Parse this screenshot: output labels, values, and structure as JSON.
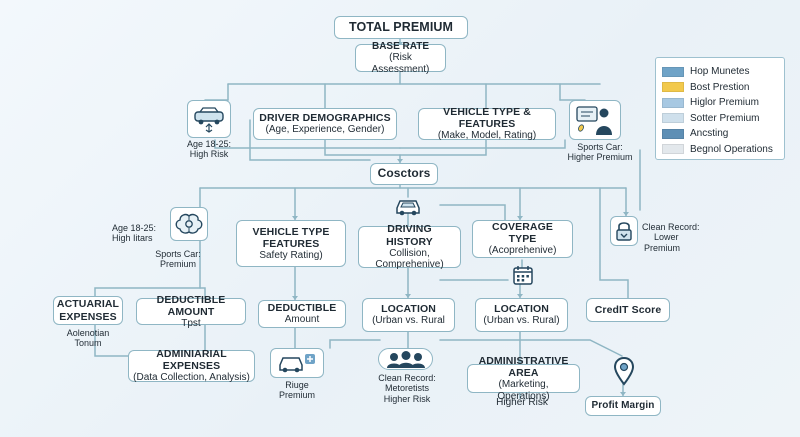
{
  "diagram": {
    "total_premium": "TOTAL PREMIUM",
    "base_rate": {
      "title": "BASE RATE",
      "sub": "(Risk Assessment)"
    },
    "driver_demographics": {
      "title": "DRIVER DEMOGRAPHICS",
      "sub": "(Age, Experience, Gender)"
    },
    "vehicle_type_features_top": {
      "title": "VEHICLE TYPE & FEATURES",
      "sub": "(Make, Model, Rating)"
    },
    "age_note_top": {
      "line1": "Age 18-25:",
      "line2": "High Risk"
    },
    "sports_note_top": {
      "line1": "Sports Car:",
      "line2": "Higher Premium"
    },
    "cosctors": "Cosctors",
    "age_note_mid": {
      "line1": "Age 18-25:",
      "line2": "High Iitars"
    },
    "sports_note_mid": {
      "line1": "Sports Car:",
      "line2": "Premium"
    },
    "vehicle_type_features": {
      "line1": "VEHICLE TYPE",
      "line2": "FEATURES",
      "sub": "Safety Rating)"
    },
    "driving_history": {
      "title": "DRIVING HISTORY",
      "sub1": "Collision,",
      "sub2": "Comprehenive)"
    },
    "coverage_type": {
      "title": "COVERAGE TYPE",
      "sub": "(Acoprehenive)"
    },
    "clean_record_right": {
      "line1": "Clean Record:",
      "line2": "Lower",
      "line3": "Premium"
    },
    "actuarial_expenses": {
      "line1": "ACTUARIAL",
      "line2": "EXPENSES"
    },
    "actuarial_note": {
      "line1": "Aolenotian",
      "line2": "Tonum"
    },
    "deductible_amount": {
      "title": "DEDUCTIBLE AMOUNT",
      "sub": "Tpst"
    },
    "deductible": {
      "title": "DEDUCTIBLE",
      "sub": "Amount"
    },
    "location_1": {
      "title": "LOCATION",
      "sub": "(Urban vs. Rural"
    },
    "location_2": {
      "title": "LOCATION",
      "sub": "(Urban vs. Rural)"
    },
    "credit_score": "CredIT Score",
    "admin_expenses": {
      "title": "ADMINIARIAL EXPENSES",
      "sub": "(Data Collection, Analysis)"
    },
    "riuge_note": {
      "line1": "Riuge",
      "line2": "Premium"
    },
    "clean_record_mid": {
      "line1": "Clean Record:",
      "line2": "Metoretists",
      "line3": "Higher Risk"
    },
    "administrative_area": {
      "title": "ADMINISTRATIVE AREA",
      "sub": "(Marketing, Operations)"
    },
    "higher_risk": "Higher Risk",
    "profit_margin": "Profit Margin"
  },
  "legend": {
    "items": [
      {
        "label": "Hop Munetes",
        "color": "#6fa3c7"
      },
      {
        "label": "Bost Prestion",
        "color": "#f2c94c"
      },
      {
        "label": "Higlor Premium",
        "color": "#a7c8e2"
      },
      {
        "label": "Sotter Premium",
        "color": "#cfe0ec"
      },
      {
        "label": "Ancsting",
        "color": "#5e8fb5"
      },
      {
        "label": "Begnol Operations",
        "color": "#e3e8ec"
      }
    ]
  },
  "icons": {
    "car_top_left": "car-icon",
    "person_screen": "person-screen-icon",
    "brain": "brain-icon",
    "car_center": "car-icon",
    "lock": "lock-icon",
    "calendar": "calendar-icon",
    "car_plus": "car-plus-icon",
    "people": "people-group-icon",
    "pin": "location-pin-icon"
  }
}
